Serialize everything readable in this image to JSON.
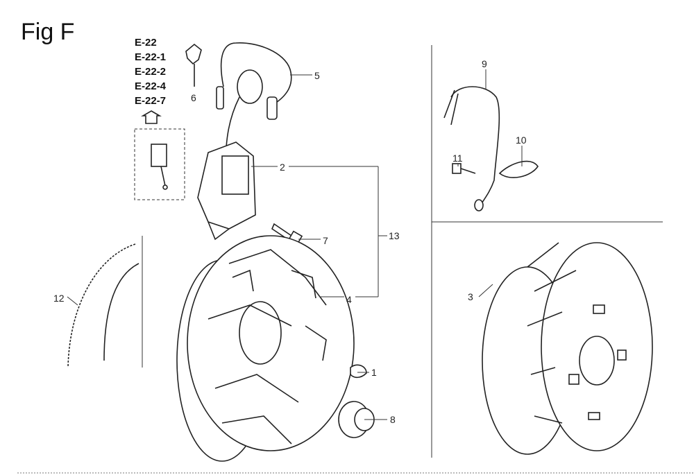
{
  "figure_title": "Fig F",
  "reference_codes": [
    "E-22",
    "E-22-1",
    "E-22-2",
    "E-22-4",
    "E-22-7"
  ],
  "callouts": {
    "c1": "1",
    "c2": "2",
    "c3": "3",
    "c4": "4",
    "c5": "5",
    "c6": "6",
    "c7": "7",
    "c8": "8",
    "c9": "9",
    "c10": "10",
    "c11": "11",
    "c12": "12",
    "c13": "13"
  }
}
